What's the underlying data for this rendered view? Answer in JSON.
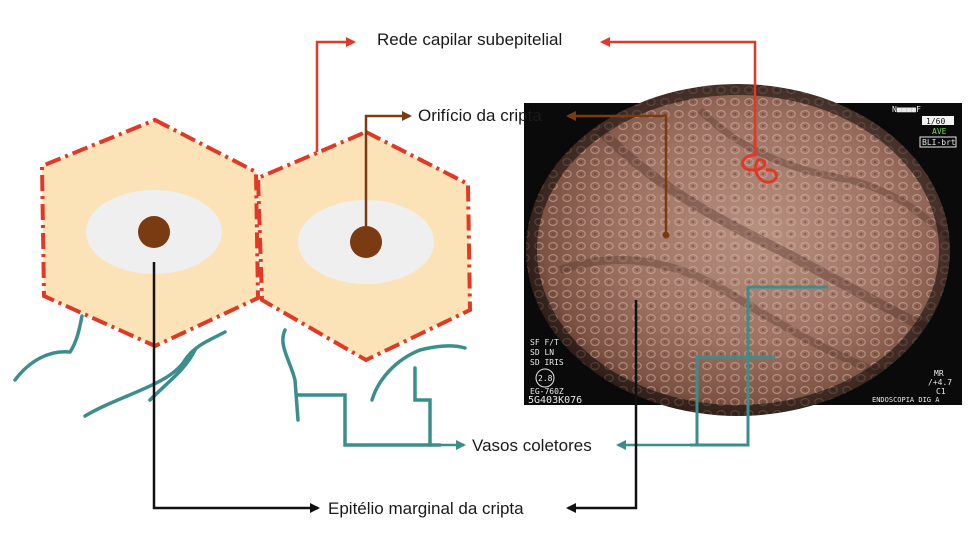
{
  "labels": {
    "rede_capilar": "Rede capilar subepitelial",
    "orificio_cripta": "Orifício da cripta",
    "vasos_coletores": "Vasos coletores",
    "epitelio_marginal": "Epitélio marginal da cripta"
  },
  "endoscopy_overlay": {
    "top_right_mode": "N■■■■F",
    "scale": "1/60",
    "ave": "AVE",
    "bli": "BLI-brt",
    "left_line1": "SF F/T",
    "left_line2": "SD LN",
    "left_line3": "SD IRIS",
    "zoom_value": "2.8",
    "model": "EG-760Z",
    "serial": "5G403K076",
    "right_line1": "MR",
    "right_line2": "/+4.7",
    "right_line3": "C1",
    "hospital": "ENDOSCOPIA DIG A"
  },
  "colors": {
    "hexagon_fill": "#fbe3b7",
    "hexagon_border": "#e03a26",
    "crypt_ellipse": "#efefef",
    "crypt_dot": "#7b3b12",
    "vessel": "#3b8e8c",
    "capillary_arrow": "#e03a26",
    "orifice_arrow": "#7b3b12",
    "epithelium_arrow": "#111111",
    "collector_arrow": "#3b8e8c"
  }
}
